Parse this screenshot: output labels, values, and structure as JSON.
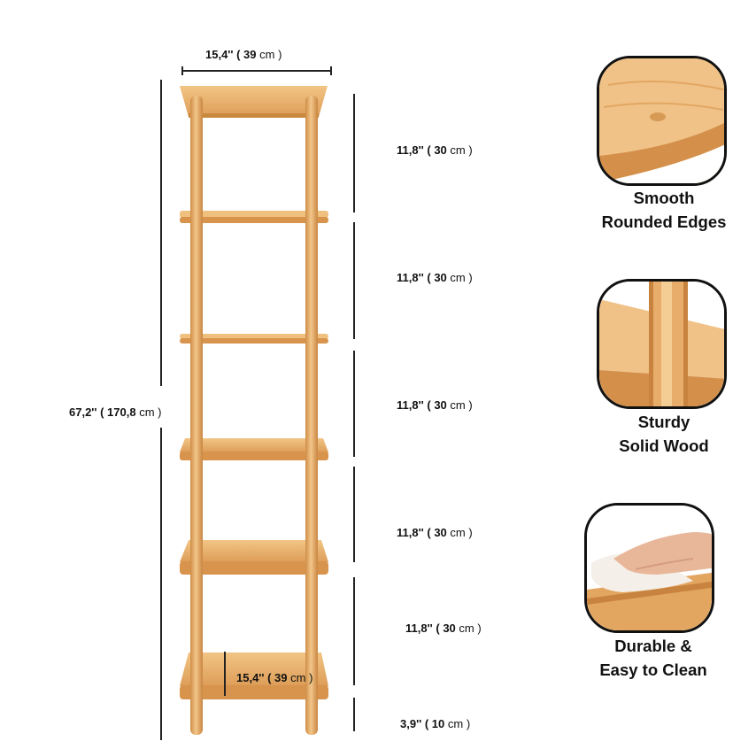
{
  "dimensions": {
    "width_label": {
      "value": "15,4'' ( 39",
      "unit": "cm )"
    },
    "height_total": {
      "value": "67,2'' ( 170,8",
      "unit": "cm )"
    },
    "shelf_gaps": [
      {
        "value": "11,8'' ( 30",
        "unit": "cm )"
      },
      {
        "value": "11,8'' ( 30",
        "unit": "cm )"
      },
      {
        "value": "11,8'' ( 30",
        "unit": "cm )"
      },
      {
        "value": "11,8'' ( 30",
        "unit": "cm )"
      },
      {
        "value": "11,8'' ( 30",
        "unit": "cm )"
      }
    ],
    "leg_height": {
      "value": "3,9'' ( 10",
      "unit": "cm )"
    },
    "depth_label": {
      "value": "15,4'' ( 39",
      "unit": "cm )"
    }
  },
  "features": [
    {
      "line1": "Smooth",
      "line2": "Rounded Edges",
      "icon": "rounded-edge-closeup"
    },
    {
      "line1": "Sturdy",
      "line2": "Solid Wood",
      "icon": "solid-wood-post-closeup"
    },
    {
      "line1": "Durable &",
      "line2": "Easy to Clean",
      "icon": "wiping-cloth-closeup"
    }
  ],
  "colors": {
    "wood_light": "#f0c488",
    "wood_mid": "#e3a45e",
    "wood_dark": "#c7843f",
    "outline": "#111111"
  }
}
